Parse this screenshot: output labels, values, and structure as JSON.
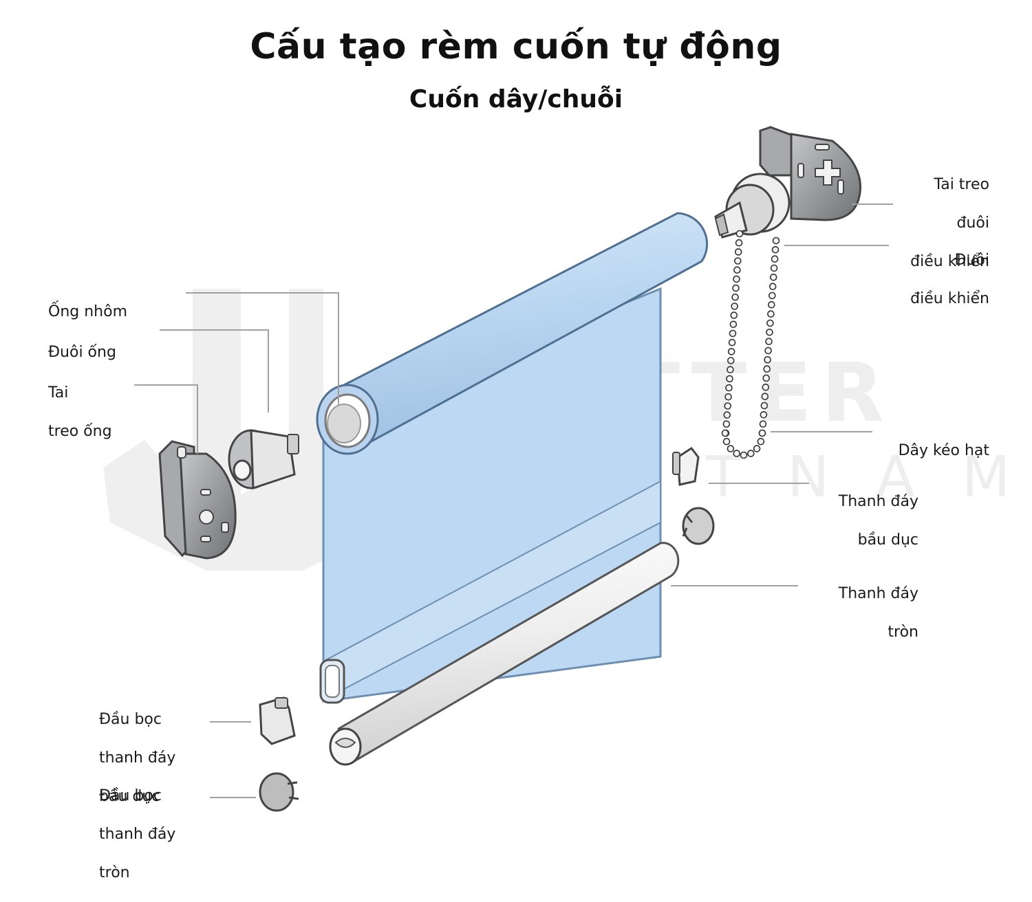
{
  "title": "Cấu tạo rèm cuốn tự động",
  "subtitle": "Cuốn dây/chuỗi",
  "watermark": {
    "line1": "MATTER",
    "line2": "VIETNAM"
  },
  "colors": {
    "fabric": "#bcd8f2",
    "fabric_edge": "#6d8fb3",
    "metal": "#8d8f92",
    "leader": "#9a9a9a",
    "watermark": "#eeeeee"
  },
  "labels": {
    "ong_nhom": "Ống nhôm",
    "duoi_ong": "Đuôi ống",
    "tai_treo_ong": [
      "Tai",
      "treo ống"
    ],
    "tai_treo_duoi": [
      "Tai treo",
      "đuôi",
      "điều khiển"
    ],
    "duoi_dieu_khien": [
      "Đuôi",
      "điều khiển"
    ],
    "day_keo_hat": "Dây kéo hạt",
    "thanh_day_bau_duc": [
      "Thanh đáy",
      "bầu dục"
    ],
    "thanh_day_tron": [
      "Thanh đáy",
      "tròn"
    ],
    "dau_boc_bau_duc": [
      "Đầu bọc",
      "thanh đáy",
      "bầu dục"
    ],
    "dau_boc_tron": [
      "Đầu bọc",
      "thanh đáy",
      "tròn"
    ]
  }
}
